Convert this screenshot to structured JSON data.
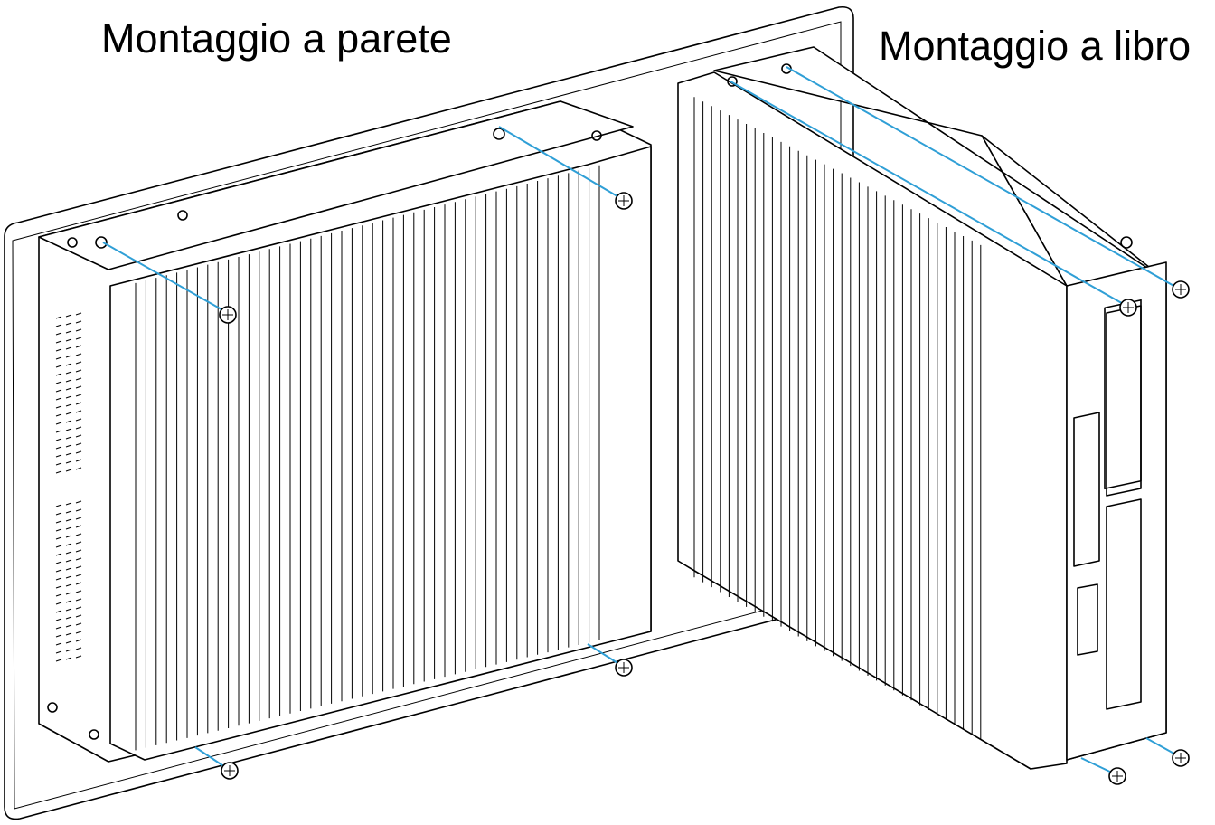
{
  "labels": {
    "wall_mount": "Montaggio a parete",
    "book_mount": "Montaggio a libro"
  },
  "colors": {
    "guide_line": "#2f9fd6",
    "outline": "#000000",
    "background": "#ffffff"
  },
  "screws": {
    "wall": 4,
    "book": 4
  }
}
